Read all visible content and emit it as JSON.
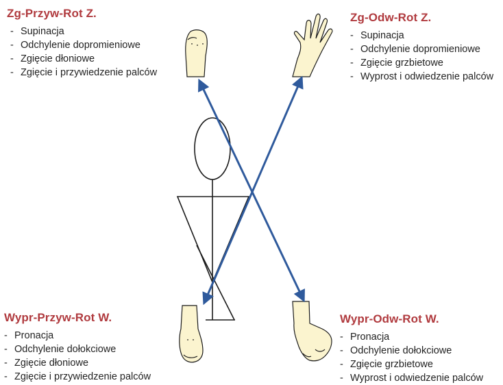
{
  "colors": {
    "heading": "#b03a3e",
    "arrow": "#2f5a9c",
    "skin": "#fbf4cf",
    "outline": "#1a1a1a"
  },
  "quadrants": {
    "top_left": {
      "title": "Zg-Przyw-Rot Z.",
      "items": [
        "Supinacja",
        "Odchylenie dopromieniowe",
        "Zgięcie dłoniowe",
        "Zgięcie i przywiedzenie palców"
      ]
    },
    "top_right": {
      "title": "Zg-Odw-Rot Z.",
      "items": [
        "Supinacja",
        "Odchylenie dopromieniowe",
        "Zgięcie grzbietowe",
        "Wyprost i odwiedzenie palców"
      ]
    },
    "bottom_left": {
      "title": "Wypr-Przyw-Rot W.",
      "items": [
        "Pronacja",
        "Odchylenie dołokciowe",
        "Zgięcie dłoniowe",
        "Zgięcie i przywiedzenie palców"
      ]
    },
    "bottom_right": {
      "title": "Wypr-Odw-Rot W.",
      "items": [
        "Pronacja",
        "Odchylenie dołokciowe",
        "Zgięcie grzbietowe",
        "Wyprost i odwiedzenie palców"
      ]
    }
  }
}
